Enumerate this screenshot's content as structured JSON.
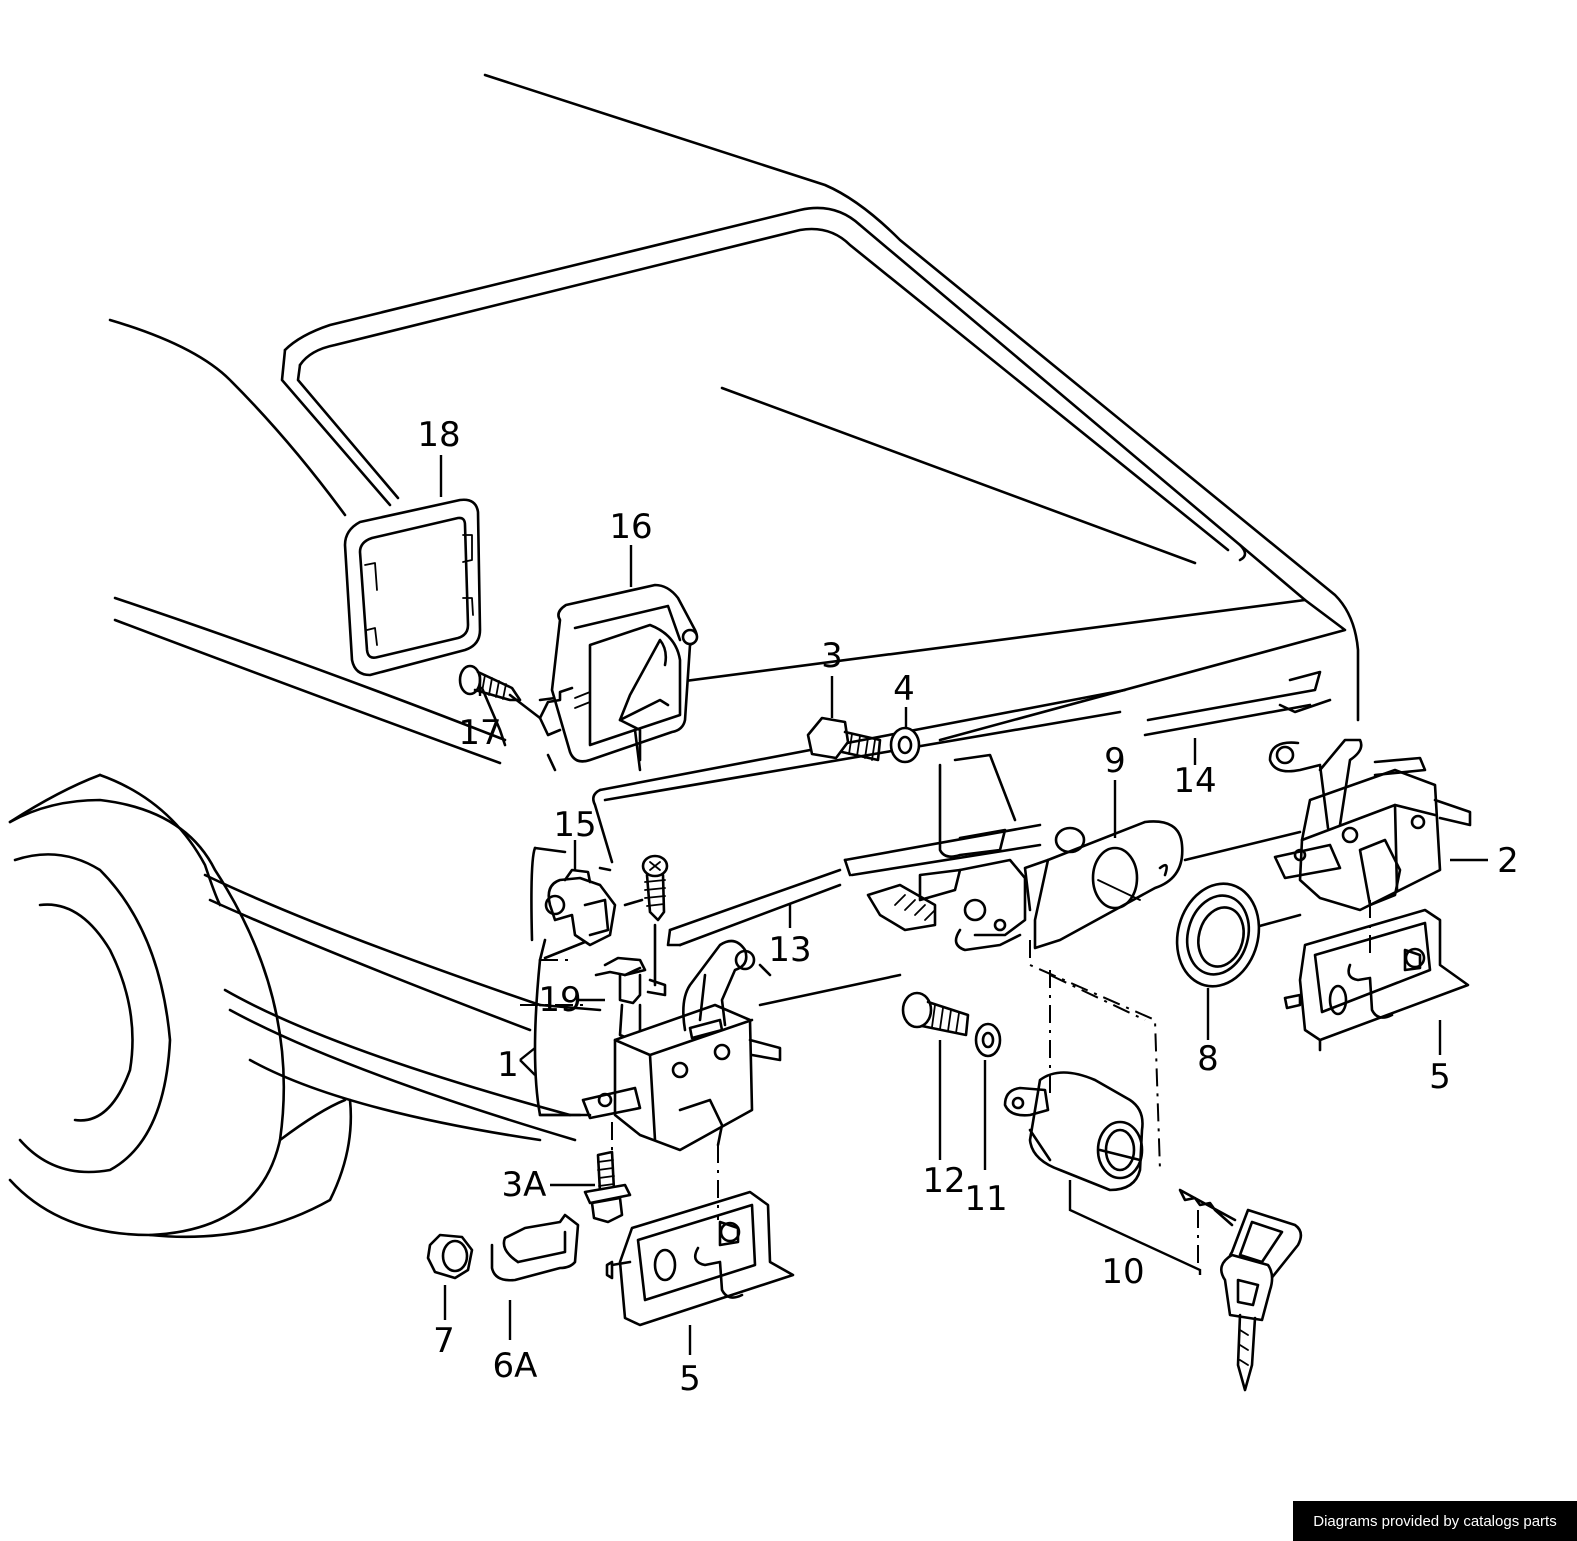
{
  "callouts": [
    {
      "id": "18",
      "label": "18"
    },
    {
      "id": "16",
      "label": "16"
    },
    {
      "id": "3-top",
      "label": "3"
    },
    {
      "id": "4",
      "label": "4"
    },
    {
      "id": "17",
      "label": "17"
    },
    {
      "id": "9",
      "label": "9"
    },
    {
      "id": "14",
      "label": "14"
    },
    {
      "id": "2",
      "label": "2"
    },
    {
      "id": "15",
      "label": "15"
    },
    {
      "id": "13",
      "label": "13"
    },
    {
      "id": "19",
      "label": "19"
    },
    {
      "id": "1",
      "label": "1"
    },
    {
      "id": "8",
      "label": "8"
    },
    {
      "id": "5-right",
      "label": "5"
    },
    {
      "id": "12",
      "label": "12"
    },
    {
      "id": "11",
      "label": "11"
    },
    {
      "id": "3A",
      "label": "3A"
    },
    {
      "id": "10",
      "label": "10"
    },
    {
      "id": "7",
      "label": "7"
    },
    {
      "id": "6A",
      "label": "6A"
    },
    {
      "id": "5-bottom",
      "label": "5"
    }
  ],
  "credit": "Diagrams provided by catalogs parts"
}
